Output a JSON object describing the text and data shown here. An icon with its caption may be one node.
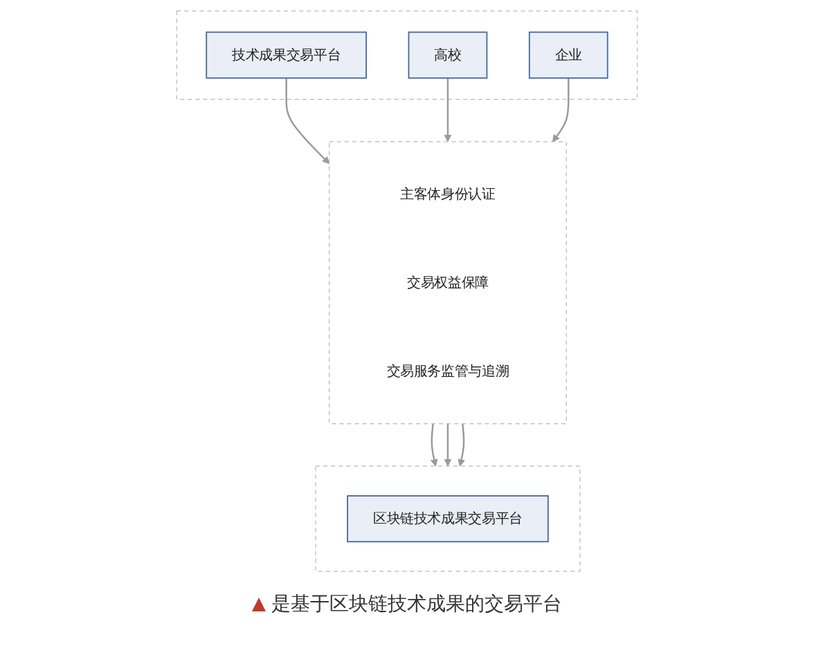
{
  "diagram": {
    "caption": "是基于区块链技术成果的交易平台",
    "nodes": [
      {
        "text": [],
        "shape": "box"
      },
      {
        "text": [
          "技术成果交易平台"
        ],
        "in": 0
      },
      {
        "text": [
          "高校"
        ],
        "in": 0
      },
      {
        "text": [
          "企业"
        ],
        "in": 0
      },
      {
        "text": [],
        "shape": "box"
      },
      {
        "text": [
          "主客体身份认证"
        ],
        "in": 4
      },
      {
        "text": [
          "交易权益保障"
        ],
        "in": 4
      },
      {
        "text": [
          "交易服务监管与追溯"
        ],
        "in": 4
      },
      {
        "text": [],
        "shape": "box"
      },
      {
        "text": [
          "区块链技术成果交易平台"
        ],
        "in": 8
      }
    ],
    "edges": [
      {
        "from": 1,
        "to": 4,
        "arrow": "to"
      },
      {
        "from": 2,
        "to": 4,
        "arrow": "to"
      },
      {
        "from": 3,
        "to": 4,
        "arrow": "to"
      },
      {
        "from": 4,
        "to": 8,
        "arrow": "to"
      },
      {
        "from": 4,
        "to": 8,
        "arrow": "to"
      },
      {
        "from": 4,
        "to": 8,
        "arrow": "to"
      }
    ]
  }
}
